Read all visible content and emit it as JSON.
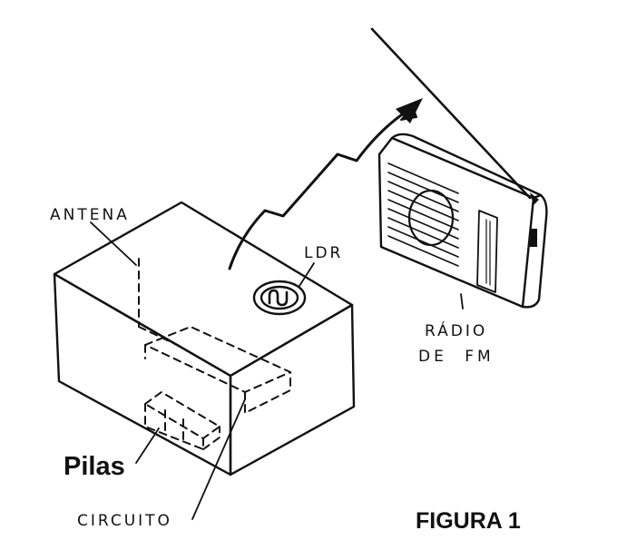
{
  "labels": {
    "antena": "ANTENA",
    "ldr": "LDR",
    "radio_line1": "RÁDIO",
    "radio_line2": "DE FM",
    "pilas": "Pilas",
    "circuito": "CIRCUITO",
    "figura": "FIGURA 1"
  },
  "colors": {
    "ink": "#111111",
    "background": "#ffffff"
  }
}
